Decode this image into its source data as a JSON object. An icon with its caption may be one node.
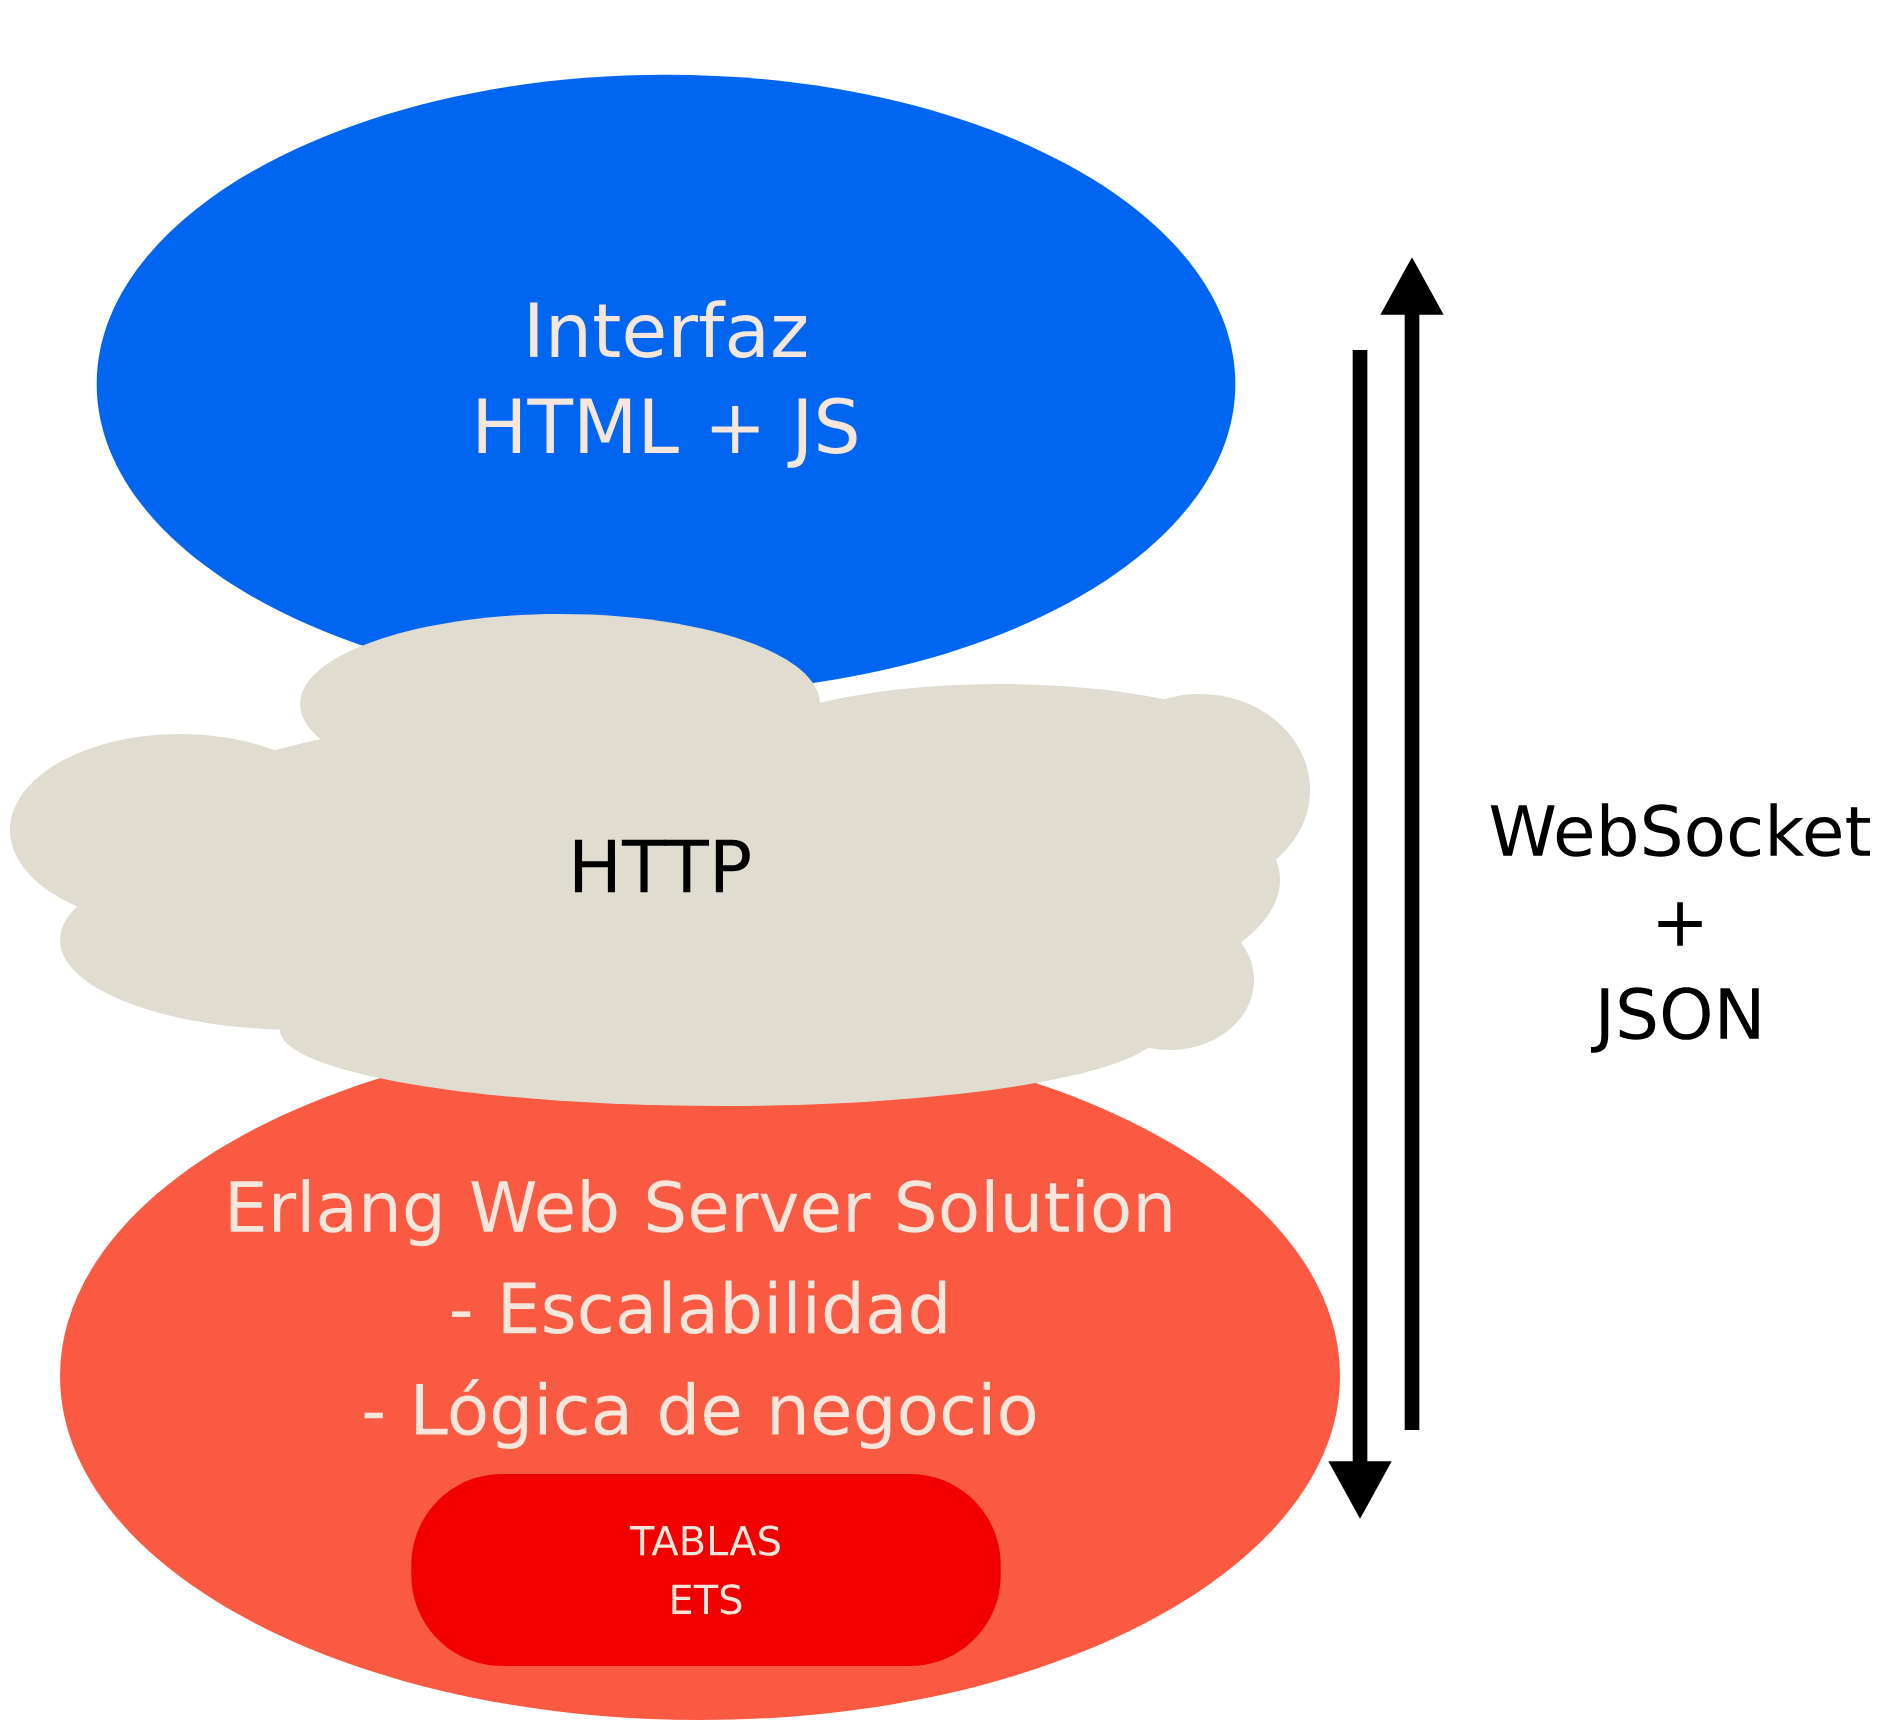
{
  "diagram": {
    "nodes": [
      {
        "text": [
          "Interfaz HTML + JS"
        ]
      },
      {
        "text": [
          "HTTP"
        ]
      },
      {
        "text": [
          "Erlang Web Server Solution",
          "- Escalabilidad",
          "- Lógica de negocio"
        ]
      },
      {
        "text": [
          "TABLAS ETS"
        ],
        "in": 2
      }
    ],
    "edges": [],
    "labels": [
      "WebSocket",
      "+",
      "JSON"
    ]
  }
}
